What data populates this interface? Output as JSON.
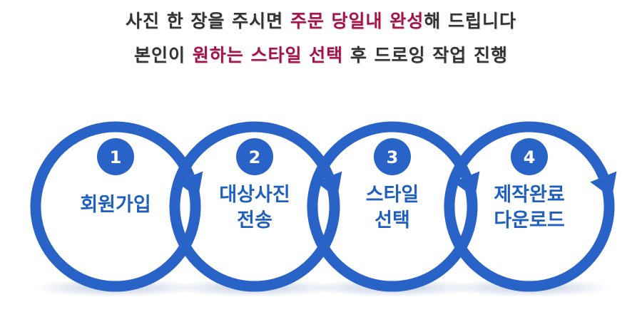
{
  "headline": {
    "line1": {
      "pre": "사진 한 장을 주시면 ",
      "hl1": "주문 당일내 완성",
      "post": "해 드립니다"
    },
    "line2": {
      "pre": "본인이 ",
      "hl1": "원하는 스타일 선택",
      "post": " 후 드로잉 작업 진행"
    }
  },
  "steps": [
    {
      "number": "1",
      "label_lines": [
        "회원가입"
      ]
    },
    {
      "number": "2",
      "label_lines": [
        "대상사진",
        "전송"
      ]
    },
    {
      "number": "3",
      "label_lines": [
        "스타일",
        "선택"
      ]
    },
    {
      "number": "4",
      "label_lines": [
        "제작완료",
        "다운로드"
      ]
    }
  ],
  "colors": {
    "ring": "#2a63c8",
    "badge": "#2a63c8",
    "label": "#1f5fbf",
    "highlight": "#a3144a",
    "text": "#333333"
  },
  "icons": [
    "circular-arrow-icon"
  ]
}
